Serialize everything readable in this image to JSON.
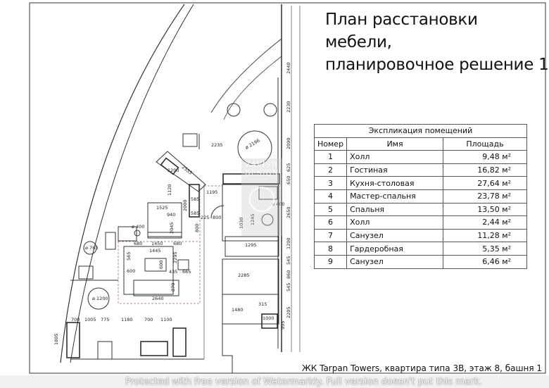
{
  "title": {
    "line1": "План расстановки мебели,",
    "line2": "планировочное решение 1"
  },
  "explication": {
    "caption": "Экспликация помещений",
    "headers": {
      "number": "Номер",
      "name": "Имя",
      "area": "Площадь"
    },
    "rows": [
      {
        "number": "1",
        "name": "Холл",
        "area": "9,48 м²"
      },
      {
        "number": "2",
        "name": "Гостиная",
        "area": "16,82 м²"
      },
      {
        "number": "3",
        "name": "Кухня-столовая",
        "area": "27,64 м²"
      },
      {
        "number": "4",
        "name": "Мастер-спальня",
        "area": "23,78 м²"
      },
      {
        "number": "5",
        "name": "Спальня",
        "area": "13,50 м²"
      },
      {
        "number": "6",
        "name": "Холл",
        "area": "2,44 м²"
      },
      {
        "number": "7",
        "name": "Санузел",
        "area": "11,28 м²"
      },
      {
        "number": "8",
        "name": "Гардеробная",
        "area": "5,35 м²"
      },
      {
        "number": "9",
        "name": "Санузел",
        "area": "6,46 м²"
      }
    ]
  },
  "plan": {
    "dimensions": [
      "2235",
      "ø 2196",
      "2555",
      "1200",
      "1120",
      "1195",
      "1525",
      "940",
      "2000",
      "585",
      "585",
      "2045",
      "ø 400",
      "225",
      "800",
      "800",
      "680",
      "1450",
      "680",
      "1445",
      "565",
      "600",
      "600",
      "2295",
      "435",
      "665",
      "870",
      "2640",
      "ø 763",
      "ø 1200",
      "700",
      "1005",
      "775",
      "1180",
      "700",
      "1100",
      "1805",
      "1030",
      "1245",
      "1295",
      "2285",
      "1480",
      "315",
      "1000",
      "2440",
      "2230",
      "2090",
      "625",
      "650",
      "2650",
      "1200",
      "545",
      "860",
      "545",
      "2205",
      "995",
      "ø 400"
    ],
    "watermark_logo": "ZAVISH DESIGN"
  },
  "footer": {
    "caption": "ЖК Tarpan Towers, квартира типа 3В, этаж 8, башня 1",
    "watermark": "Protected with free version of Watermarkly. Full version doesn't put this mark."
  }
}
